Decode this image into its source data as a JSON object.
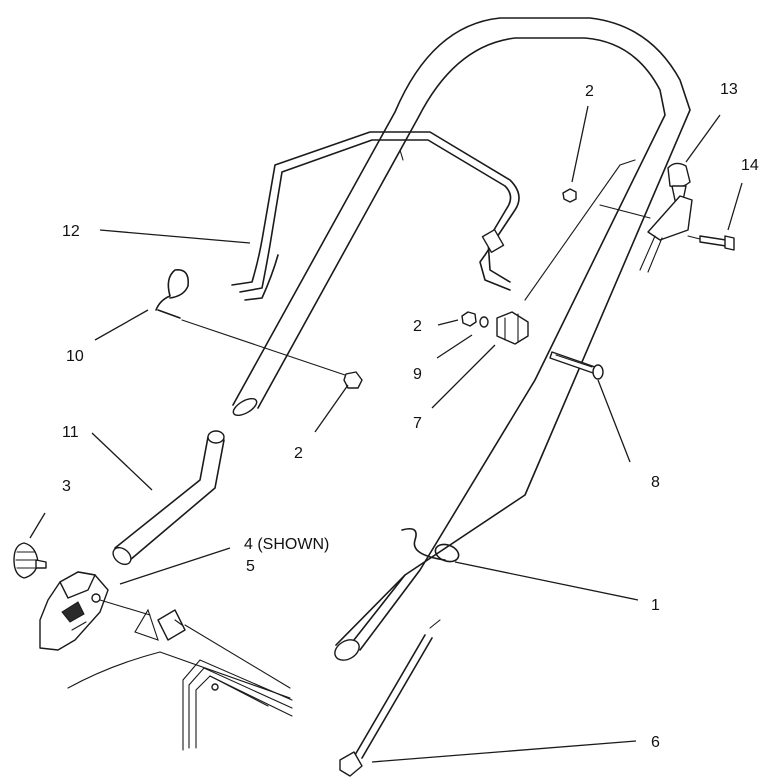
{
  "callouts": {
    "c1": "1",
    "c2a": "2",
    "c2b": "2",
    "c2c": "2",
    "c3": "3",
    "c4": "4 (SHOWN)",
    "c5": "5",
    "c6": "6",
    "c7": "7",
    "c8": "8",
    "c9": "9",
    "c10": "10",
    "c11": "11",
    "c12": "12",
    "c13": "13",
    "c14": "14"
  }
}
